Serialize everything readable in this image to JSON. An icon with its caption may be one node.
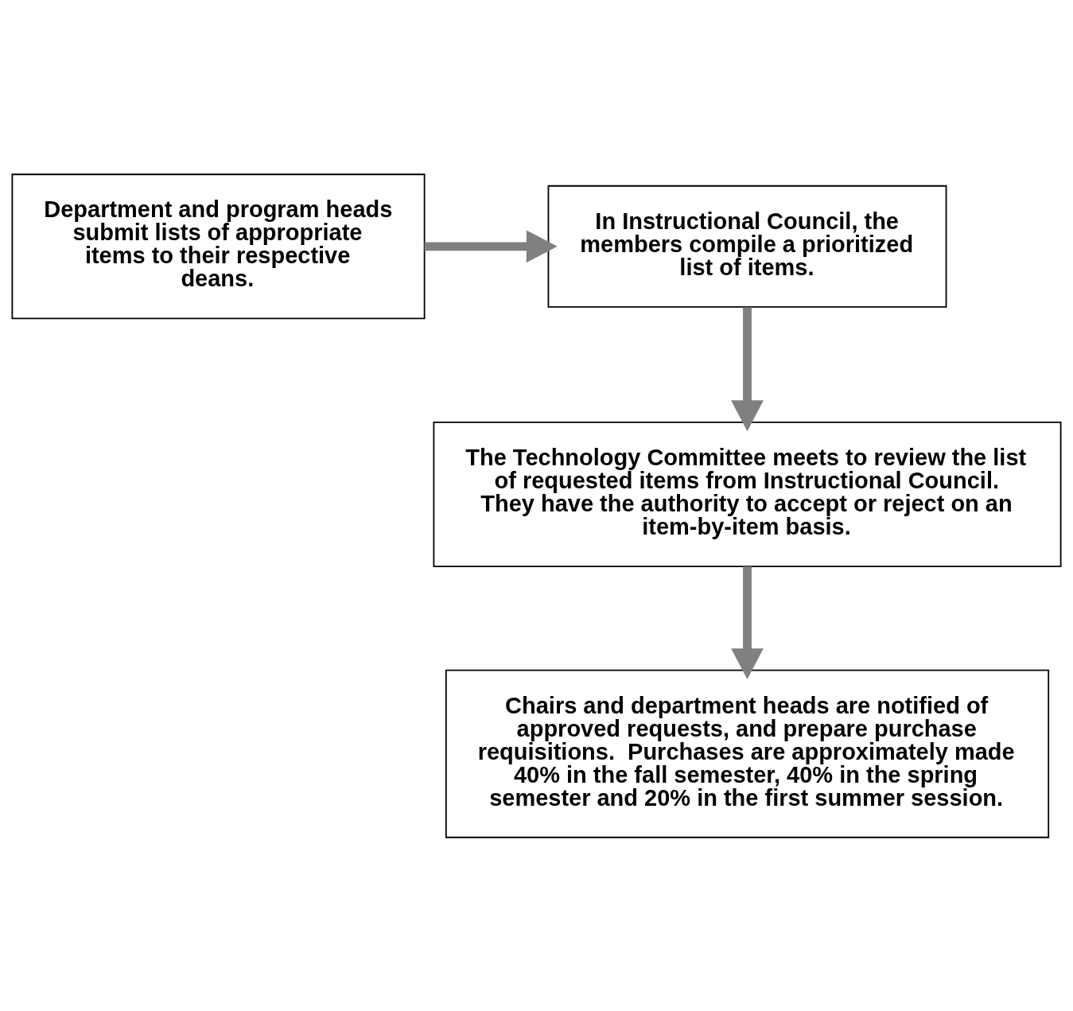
{
  "diagram": {
    "nodes": [
      {
        "text": [
          "Department and program heads submit lists of appropriate items to their respective deans."
        ]
      },
      {
        "text": [
          "In Instructional Council, the members compile a prioritized list of items."
        ]
      },
      {
        "text": [
          "The Technology Committee meets to review the list of requested items from Instructional Council. They have the authority to accept or reject on an item-by-item basis."
        ]
      },
      {
        "text": [
          "Chairs and department heads are notified of approved requests, and prepare purchase requisitions.  Purchases are approximately made 40% in the fall semester, 40% in the spring semester and 20% in the first summer session."
        ]
      }
    ],
    "edges": [
      {
        "from": 0,
        "to": 1,
        "arrow": "to"
      },
      {
        "from": 1,
        "to": 2,
        "arrow": "to"
      },
      {
        "from": 2,
        "to": 3,
        "arrow": "to"
      }
    ]
  }
}
